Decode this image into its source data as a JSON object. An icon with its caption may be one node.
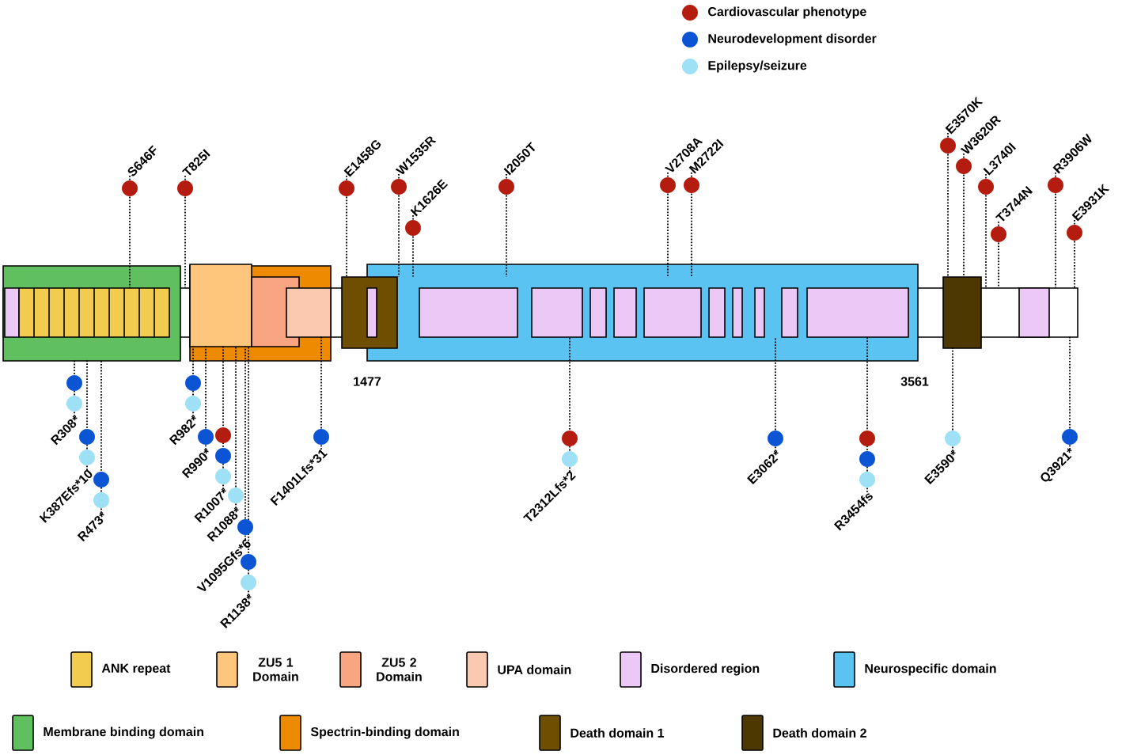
{
  "diagram": {
    "nodes": [
      {
        "text": [
          "S646F"
        ]
      },
      {
        "text": [
          "T825I"
        ]
      },
      {
        "text": [
          "E1458G"
        ]
      },
      {
        "text": [
          "W1535R"
        ]
      },
      {
        "text": [
          "K1626E"
        ]
      },
      {
        "text": [
          "I2050T"
        ]
      },
      {
        "text": [
          "V2708A"
        ]
      },
      {
        "text": [
          "M2722I"
        ]
      },
      {
        "text": [
          "E3570K"
        ]
      },
      {
        "text": [
          "W3620R"
        ]
      },
      {
        "text": [
          "L3740I"
        ]
      },
      {
        "text": [
          "T3744N"
        ]
      },
      {
        "text": [
          "R3906W"
        ]
      },
      {
        "text": [
          "E3931K"
        ]
      },
      {
        "text": [
          "R308*"
        ]
      },
      {
        "text": [
          "K387Efs*10"
        ]
      },
      {
        "text": [
          "R473*"
        ]
      },
      {
        "text": [
          "R982*"
        ]
      },
      {
        "text": [
          "R990*"
        ]
      },
      {
        "text": [
          "R1007*"
        ]
      },
      {
        "text": [
          "R1088*"
        ]
      },
      {
        "text": [
          "V1095Gfs*6"
        ]
      },
      {
        "text": [
          "R1138*"
        ]
      },
      {
        "text": [
          "F1401Lfs*31"
        ]
      },
      {
        "text": [
          "T2312Lfs*2"
        ]
      },
      {
        "text": [
          "E3062*"
        ]
      },
      {
        "text": [
          "R3454fs"
        ]
      },
      {
        "text": [
          "E3590*"
        ]
      },
      {
        "text": [
          "Q3921*"
        ]
      },
      {
        "text": [],
        "shape": "bar"
      }
    ],
    "edges": [
      {
        "from": 0,
        "to": 29,
        "arrow": "none"
      },
      {
        "from": 1,
        "to": 29,
        "arrow": "none"
      },
      {
        "from": 2,
        "to": 29,
        "arrow": "none"
      },
      {
        "from": 3,
        "to": 29,
        "arrow": "none"
      },
      {
        "from": 4,
        "to": 29,
        "arrow": "none"
      },
      {
        "from": 5,
        "to": 29,
        "arrow": "none"
      },
      {
        "from": 6,
        "to": 29,
        "arrow": "none"
      },
      {
        "from": 7,
        "to": 29,
        "arrow": "none"
      },
      {
        "from": 8,
        "to": 29,
        "arrow": "none"
      },
      {
        "from": 9,
        "to": 29,
        "arrow": "none"
      },
      {
        "from": 10,
        "to": 29,
        "arrow": "none"
      },
      {
        "from": 11,
        "to": 29,
        "arrow": "none"
      },
      {
        "from": 12,
        "to": 29,
        "arrow": "none"
      },
      {
        "from": 13,
        "to": 29,
        "arrow": "none"
      },
      {
        "from": 14,
        "to": 29,
        "arrow": "none"
      },
      {
        "from": 15,
        "to": 29,
        "arrow": "none"
      },
      {
        "from": 16,
        "to": 29,
        "arrow": "none"
      },
      {
        "from": 17,
        "to": 29,
        "arrow": "none"
      },
      {
        "from": 18,
        "to": 29,
        "arrow": "none"
      },
      {
        "from": 19,
        "to": 29,
        "arrow": "none"
      },
      {
        "from": 20,
        "to": 29,
        "arrow": "none"
      },
      {
        "from": 21,
        "to": 29,
        "arrow": "none"
      },
      {
        "from": 22,
        "to": 29,
        "arrow": "none"
      },
      {
        "from": 23,
        "to": 29,
        "arrow": "none"
      },
      {
        "from": 24,
        "to": 29,
        "arrow": "none"
      },
      {
        "from": 25,
        "to": 29,
        "arrow": "none"
      },
      {
        "from": 26,
        "to": 29,
        "arrow": "none"
      },
      {
        "from": 27,
        "to": 29,
        "arrow": "none"
      },
      {
        "from": 28,
        "to": 29,
        "arrow": "none"
      }
    ],
    "labels": [
      "1477",
      "3561"
    ],
    "legend": [
      {
        "text": "Cardiovascular phenotype",
        "color": "#b51c10"
      },
      {
        "text": "Neurodevelopment disorder",
        "color": "#0b55d4"
      },
      {
        "text": "Epilepsy/seizure",
        "color": "#9ee0f5"
      },
      {
        "text": "ANK repeat",
        "color": "#f2cc4f"
      },
      {
        "text": "ZU5 1 Domain",
        "color": "#fdc67c"
      },
      {
        "text": "ZU5 2 Domain",
        "color": "#f9a582"
      },
      {
        "text": "UPA domain",
        "color": "#fbc9b0"
      },
      {
        "text": "Disordered region",
        "color": "#ecc8f7"
      },
      {
        "text": "Neurospecific domain",
        "color": "#5bc3f2"
      },
      {
        "text": "Membrane binding domain",
        "color": "#60c060"
      },
      {
        "text": "Spectrin-binding domain",
        "color": "#ee8a00"
      },
      {
        "text": "Death domain 1",
        "color": "#6e4e00"
      },
      {
        "text": "Death domain 2",
        "color": "#4c3800"
      }
    ]
  }
}
